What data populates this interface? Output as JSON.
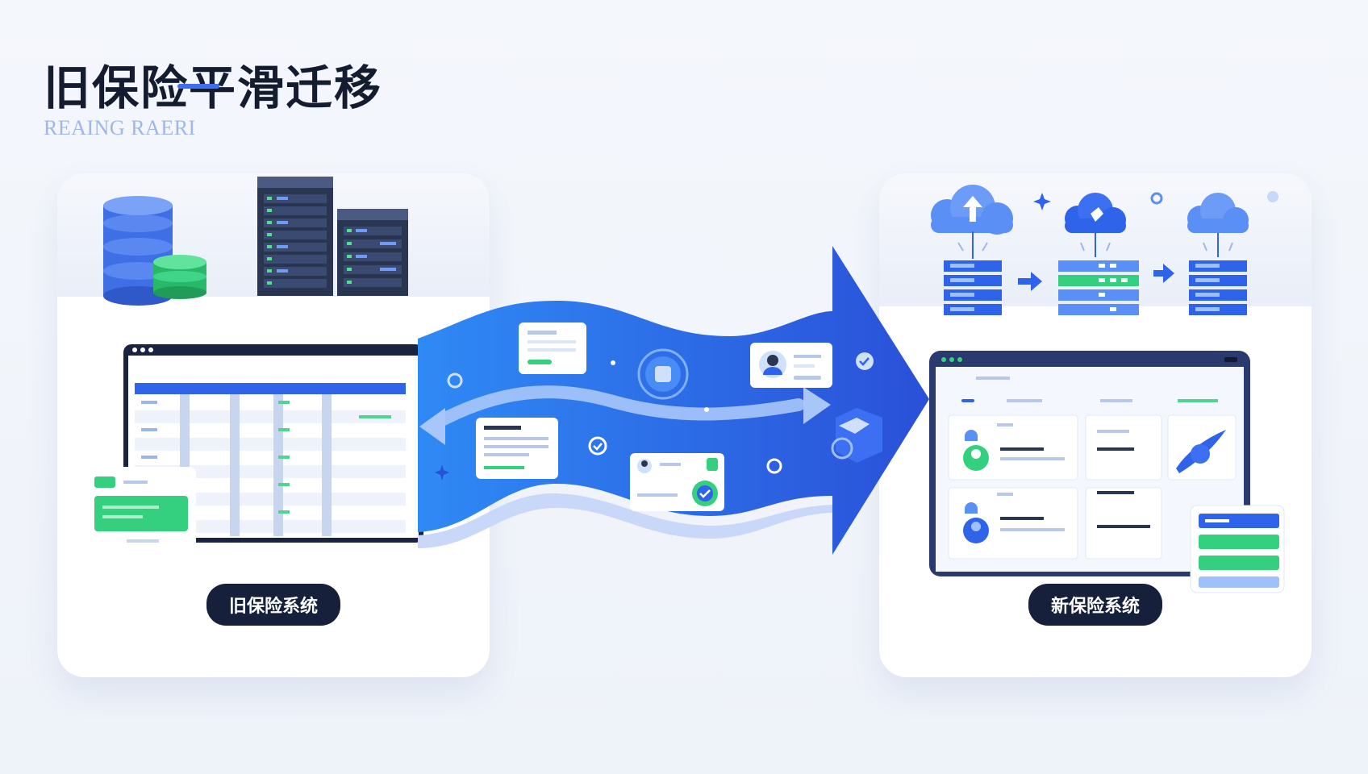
{
  "header": {
    "title": "旧保险平滑迁移",
    "subtitle": "REAING RAERI"
  },
  "legacy": {
    "label": "旧保险系统"
  },
  "modern": {
    "label": "新保险系统"
  },
  "colors": {
    "dark_navy": "#17203a",
    "primary_blue": "#2f63ea",
    "light_blue": "#5a8ff5",
    "accent_green": "#35d07f",
    "background": "#f1f5fb"
  }
}
